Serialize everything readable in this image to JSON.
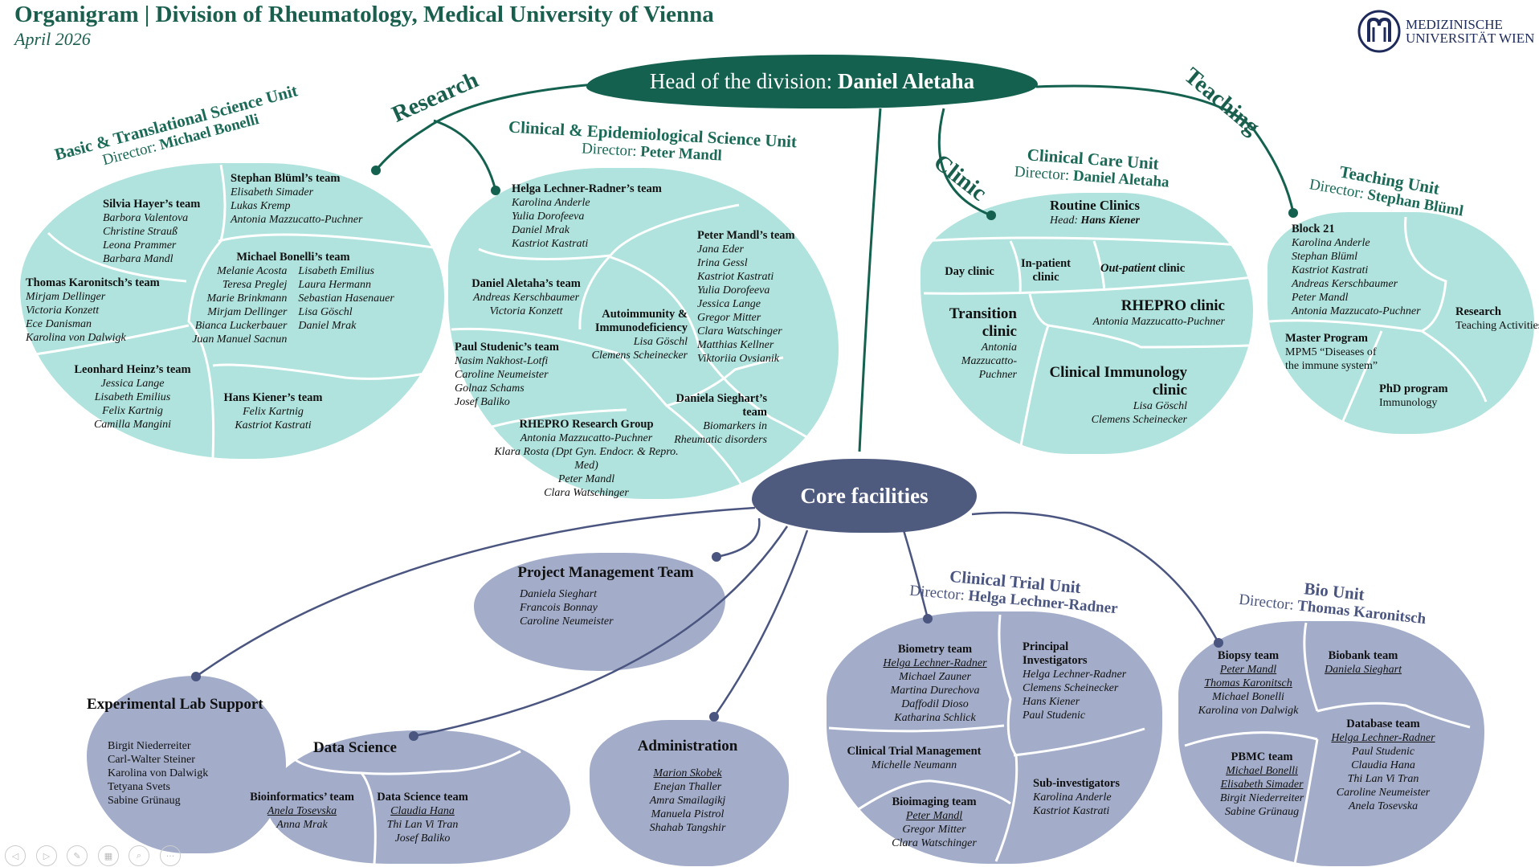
{
  "header": {
    "title": "Organigram | Division of Rheumatology, Medical University of Vienna",
    "date": "April 2026"
  },
  "logo": {
    "line1": "MEDIZINISCHE",
    "line2": "UNIVERSITÄT WIEN"
  },
  "head": {
    "label": "Head of the division: ",
    "name": "Daniel Aletaha"
  },
  "branches": {
    "research": "Research",
    "clinic": "Clinic",
    "teaching": "Teaching"
  },
  "core": {
    "label": "Core facilities"
  },
  "colors": {
    "dark_teal": "#14614f",
    "light_teal": "#b0e3dd",
    "core_navy": "#4f5a7f",
    "lavender": "#a3adc9",
    "logo_navy": "#1d2a5a"
  },
  "toolbar": [
    "previous-icon",
    "next-icon",
    "pen-icon",
    "slides-icon",
    "zoom-icon",
    "more-icon"
  ],
  "units": [
    {
      "id": "basic",
      "title": "Basic & Translational Science Unit",
      "director_label": "Director: ",
      "director": "Michael Bonelli",
      "teams": [
        {
          "name": "Stephan Blüml’s team",
          "members": [
            "Elisabeth Simader",
            "Lukas Kremp",
            "Antonia Mazzucatto-Puchner"
          ]
        },
        {
          "name": "Silvia Hayer’s team",
          "members": [
            "Barbora Valentova",
            "Christine Strauß",
            "Leona Prammer",
            "Barbara Mandl"
          ]
        },
        {
          "name": "Michael Bonelli’s team",
          "members": [
            "Melanie Acosta",
            "Teresa Preglej",
            "Marie Brinkmann",
            "Mirjam Dellinger",
            "Bianca Luckerbauer",
            "Juan Manuel Sacnun",
            "Lisabeth Emilius",
            "Laura Hermann",
            "Sebastian Hasenauer",
            "Lisa Göschl",
            "Daniel Mrak"
          ]
        },
        {
          "name": "Thomas Karonitsch’s team",
          "members": [
            "Mirjam Dellinger",
            "Victoria Konzett",
            "Ece Danisman",
            "Karolina von Dalwigk"
          ]
        },
        {
          "name": "Leonhard Heinz’s team",
          "members": [
            "Jessica Lange",
            "Lisabeth Emilius",
            "Felix Kartnig",
            "Camilla Mangini"
          ]
        },
        {
          "name": "Hans Kiener’s team",
          "members": [
            "Felix Kartnig",
            "Kastriot Kastrati"
          ]
        }
      ]
    },
    {
      "id": "clinepi",
      "title": "Clinical & Epidemiological Science Unit",
      "director_label": "Director: ",
      "director": "Peter Mandl",
      "teams": [
        {
          "name": "Helga Lechner-Radner’s team",
          "members": [
            "Karolina Anderle",
            "Yulia Dorofeeva",
            "Daniel Mrak",
            "Kastriot Kastrati"
          ]
        },
        {
          "name": "Peter Mandl’s team",
          "members": [
            "Jana Eder",
            "Irina Gessl",
            "Kastriot Kastrati",
            "Yulia Dorofeeva",
            "Jessica Lange",
            "Gregor Mitter",
            "Clara Watschinger",
            "Matthias Kellner",
            "Viktoriia Ovsianik"
          ]
        },
        {
          "name": "Daniel Aletaha’s team",
          "members": [
            "Andreas Kerschbaumer",
            "Victoria Konzett"
          ]
        },
        {
          "name": "Autoimmunity & Immunodeficiency",
          "members": [
            "Lisa Göschl",
            "Clemens Scheinecker"
          ]
        },
        {
          "name": "Paul Studenic’s team",
          "members": [
            "Nasim Nakhost-Lotfi",
            "Caroline Neumeister",
            "Golnaz Schams",
            "Josef Baliko"
          ]
        },
        {
          "name": "Daniela Sieghart’s team",
          "members": [
            "Biomarkers in Rheumatic disorders"
          ]
        },
        {
          "name": "RHEPRO Research Group",
          "members": [
            "Antonia Mazzucatto-Puchner",
            "Klara Rosta (Dpt Gyn. Endocr. & Repro. Med)",
            "Peter Mandl",
            "Clara Watschinger"
          ]
        }
      ]
    },
    {
      "id": "clinical",
      "title": "Clinical Care Unit",
      "director_label": "Director: ",
      "director": "Daniel Aletaha",
      "teams": [
        {
          "name": "Routine Clinics",
          "sub_label": "Head: ",
          "sub_name": "Hans Kiener",
          "members": []
        },
        {
          "name": "Day clinic",
          "members": []
        },
        {
          "name": "In-patient clinic",
          "members": []
        },
        {
          "name_italic": "Out-patient",
          "name": " clinic",
          "members": []
        },
        {
          "name": "Transition clinic",
          "members": [
            "Antonia Mazzucatto-Puchner"
          ]
        },
        {
          "name": "RHEPRO clinic",
          "members": [
            "Antonia Mazzucatto-Puchner"
          ]
        },
        {
          "name": "Clinical Immunology clinic",
          "members": [
            "Lisa Göschl",
            "Clemens Scheinecker"
          ]
        }
      ]
    },
    {
      "id": "teaching",
      "title": "Teaching Unit",
      "director_label": "Director: ",
      "director": "Stephan Blüml",
      "teams": [
        {
          "name": "Block 21",
          "members": [
            "Karolina Anderle",
            "Stephan Blüml",
            "Kastriot Kastrati",
            "Andreas Kerschbaumer",
            "Peter Mandl",
            "Antonia Mazzucato-Puchner"
          ]
        },
        {
          "name": "Research",
          "members": [
            "Teaching Activities"
          ]
        },
        {
          "name": "Master Program",
          "members": [
            "MPM5 “Diseases of the immune system”"
          ]
        },
        {
          "name": "PhD program",
          "members": [
            "Immunology"
          ]
        }
      ]
    },
    {
      "id": "pmt",
      "title": "Project Management Team",
      "members": [
        "Daniela Sieghart",
        "Francois Bonnay",
        "Caroline Neumeister"
      ]
    },
    {
      "id": "explab",
      "title": "Experimental Lab Support",
      "members": [
        "Birgit Niederreiter",
        "Carl-Walter Steiner",
        "Karolina von Dalwigk",
        "Tetyana Svets",
        "Sabine Grünaug"
      ]
    },
    {
      "id": "datasci",
      "title": "Data Science",
      "teams": [
        {
          "name": "Bioinformatics’ team",
          "members": [
            "Anela Tosevska",
            "Anna Mrak"
          ],
          "leads": [
            0
          ]
        },
        {
          "name": "Data Science team",
          "members": [
            "Claudia Hana",
            "Thi Lan Vi Tran",
            "Josef Baliko"
          ],
          "leads": [
            0
          ]
        }
      ]
    },
    {
      "id": "admin",
      "title": "Administration",
      "members": [
        "Marion Skobek",
        "Enejan Thaller",
        "Amra Smailagikj",
        "Manuela Pistrol",
        "Shahab Tangshir"
      ],
      "leads": [
        0
      ]
    },
    {
      "id": "ctu",
      "title": "Clinical Trial Unit",
      "director_label": "Director: ",
      "director": "Helga Lechner-Radner",
      "teams": [
        {
          "name": "Biometry team",
          "members": [
            "Helga Lechner-Radner",
            "Michael Zauner",
            "Martina Durechova",
            "Daffodil Dioso",
            "Katharina Schlick"
          ],
          "leads": [
            0
          ]
        },
        {
          "name": "Principal Investigators",
          "members": [
            "Helga Lechner-Radner",
            "Clemens Scheinecker",
            "Hans Kiener",
            "Paul Studenic"
          ]
        },
        {
          "name": "Clinical Trial Management",
          "members": [
            "Michelle Neumann"
          ]
        },
        {
          "name": "Bioimaging team",
          "members": [
            "Peter Mandl",
            "Gregor Mitter",
            "Clara Watschinger"
          ],
          "leads": [
            0
          ]
        },
        {
          "name": "Sub-investigators",
          "members": [
            "Karolina Anderle",
            "Kastriot Kastrati"
          ]
        }
      ]
    },
    {
      "id": "bio",
      "title": "Bio Unit",
      "director_label": "Director: ",
      "director": "Thomas Karonitsch",
      "teams": [
        {
          "name": "Biopsy team",
          "members": [
            "Peter Mandl",
            "Thomas Karonitsch",
            "Michael Bonelli",
            "Karolina von Dalwigk"
          ],
          "leads": [
            0,
            1
          ]
        },
        {
          "name": "Biobank team",
          "members": [
            "Daniela Sieghart"
          ],
          "leads": [
            0
          ]
        },
        {
          "name": "PBMC team",
          "members": [
            "Michael Bonelli",
            "Elisabeth Simader",
            "Birgit Niederreiter",
            "Sabine Grünaug"
          ],
          "leads": [
            0,
            1
          ]
        },
        {
          "name": "Database team",
          "members": [
            "Helga Lechner-Radner",
            "Paul Studenic",
            "Claudia Hana",
            "Thi Lan Vi Tran",
            "Caroline Neumeister",
            "Anela Tosevska"
          ],
          "leads": [
            0
          ]
        }
      ]
    }
  ]
}
